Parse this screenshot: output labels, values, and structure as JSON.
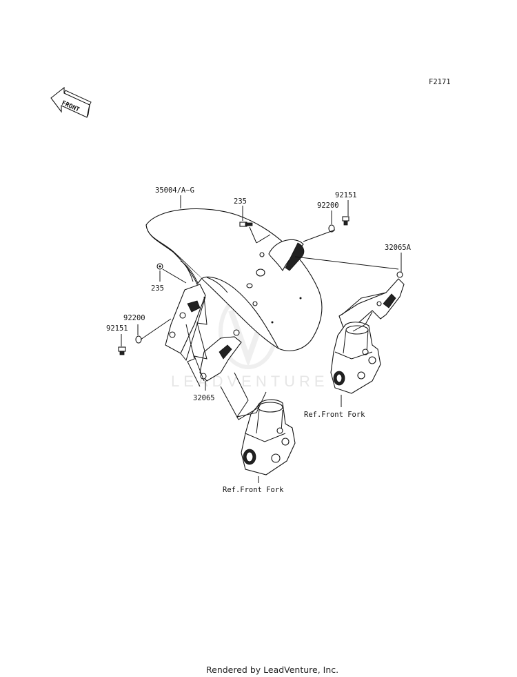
{
  "figure_code": "F2171",
  "front_arrow": {
    "label": "FRONT"
  },
  "watermark": "LEADVENTURE",
  "footer": "Rendered by LeadVenture, Inc.",
  "callouts": {
    "fender": "35004/A~G",
    "screw_top": "235",
    "washer_top": "92200",
    "bolt_top": "92151",
    "bracket_right": "32065A",
    "screw_left": "235",
    "washer_left": "92200",
    "bolt_left": "92151",
    "bracket_left": "32065",
    "ref_fork_right": "Ref.Front Fork",
    "ref_fork_bottom": "Ref.Front Fork"
  }
}
